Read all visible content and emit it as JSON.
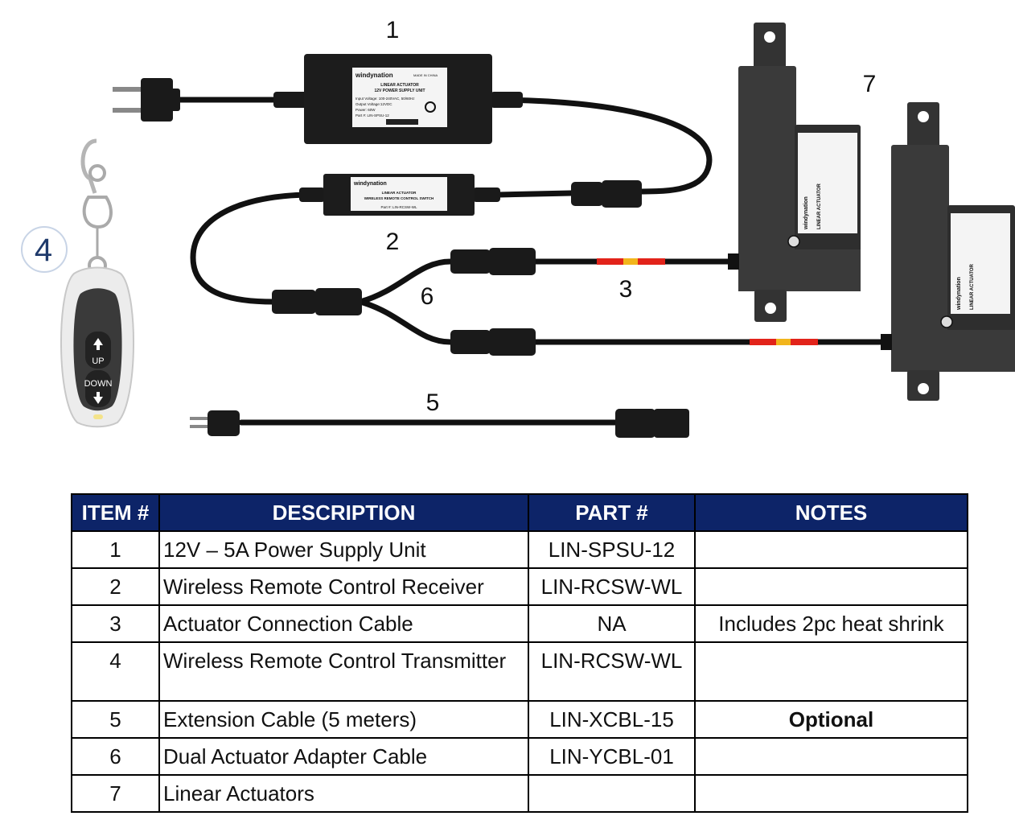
{
  "callouts": {
    "c1": "1",
    "c2": "2",
    "c3": "3",
    "c4": "4",
    "c5": "5",
    "c6": "6",
    "c7": "7"
  },
  "device_labels": {
    "psu_brand": "windynation",
    "psu_title": "LINEAR ACTUATOR",
    "psu_subtitle": "12V POWER SUPPLY UNIT",
    "psu_made_in": "MADE IN CHINA",
    "psu_input": "Input Voltage: 100-240VAC, 50/60Hz",
    "psu_output": "Output Voltage:12VDC",
    "psu_power": "Power: 60W",
    "psu_part": "Part #: LIN-SPSU-12",
    "rcv_brand": "windynation",
    "rcv_title": "LINEAR ACTUATOR",
    "rcv_subtitle": "WIRELESS REMOTE CONTROL SWITCH",
    "rcv_part": "Part #: LIN-RCSW-WL",
    "act_label": "LINEAR ACTUATOR",
    "act_brand": "windynation",
    "remote_up": "UP",
    "remote_down": "DOWN"
  },
  "table": {
    "headers": [
      "ITEM #",
      "DESCRIPTION",
      "PART #",
      "NOTES"
    ],
    "rows": [
      {
        "item": "1",
        "description": "12V – 5A Power Supply Unit",
        "part": "LIN-SPSU-12",
        "notes": ""
      },
      {
        "item": "2",
        "description": "Wireless Remote Control Receiver",
        "part": "LIN-RCSW-WL",
        "notes": ""
      },
      {
        "item": "3",
        "description": "Actuator Connection Cable",
        "part": "NA",
        "notes": "Includes 2pc heat shrink"
      },
      {
        "item": "4",
        "description": "Wireless Remote Control Transmitter",
        "part": "LIN-RCSW-WL",
        "notes": ""
      },
      {
        "item": "5",
        "description": "Extension Cable (5 meters)",
        "part": "LIN-XCBL-15",
        "notes": "Optional"
      },
      {
        "item": "6",
        "description": "Dual Actuator Adapter Cable",
        "part": "LIN-YCBL-01",
        "notes": ""
      },
      {
        "item": "7",
        "description": "Linear Actuators",
        "part": "",
        "notes": ""
      }
    ]
  },
  "colors": {
    "header_bg": "#0d2468",
    "header_text": "#ffffff",
    "device_body": "#1f1f1f",
    "actuator_body": "#3a3a3a"
  }
}
